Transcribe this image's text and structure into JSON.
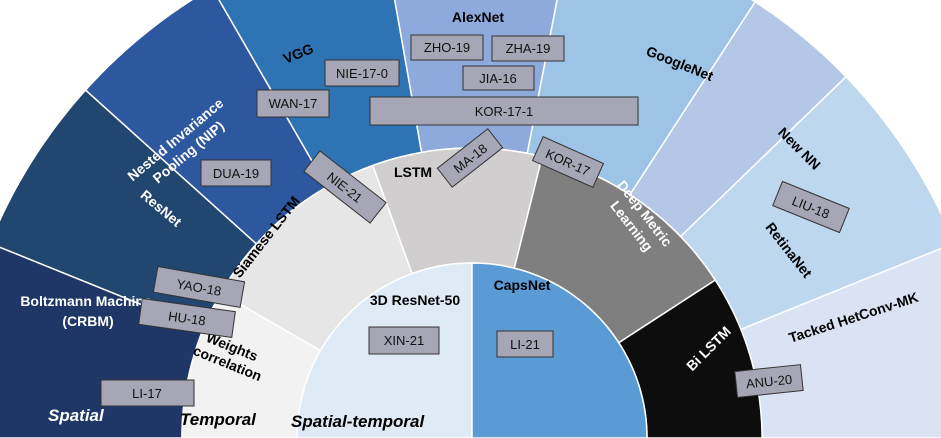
{
  "groups": [
    {
      "id": "spatial",
      "label": "Spatial",
      "text_color": "#ffffff"
    },
    {
      "id": "temporal",
      "label": "Temporal",
      "text_color": "#000000"
    },
    {
      "id": "spatial_temporal",
      "label": "Spatial-temporal",
      "text_color": "#000000"
    }
  ],
  "segments": [
    {
      "id": "boltzmann",
      "label": [
        "Boltzmann Machine",
        "(CRBM)"
      ],
      "color": "#1e3766"
    },
    {
      "id": "resnet",
      "label": [
        "ResNet"
      ],
      "color": "#21466f"
    },
    {
      "id": "nip",
      "label": [
        "Nested Invariance",
        "Pooling (NIP)"
      ],
      "color": "#2d579e"
    },
    {
      "id": "vgg",
      "label": [
        "VGG"
      ],
      "color": "#2e74b5"
    },
    {
      "id": "alexnet",
      "label": [
        "AlexNet"
      ],
      "color": "#8ea9db"
    },
    {
      "id": "googlenet",
      "label": [
        "GoogleNet"
      ],
      "color": "#9dc3e6"
    },
    {
      "id": "newnn",
      "label": [
        "New NN"
      ],
      "color": "#b4c7e7"
    },
    {
      "id": "retinanet",
      "label": [
        "RetinaNet"
      ],
      "color": "#bdd7ee"
    },
    {
      "id": "hetconv",
      "label": [
        "Tacked HetConv-MK"
      ],
      "color": "#dae3f3"
    },
    {
      "id": "weights",
      "label": [
        "Weights",
        "correlation"
      ],
      "color": "#f2f2f2"
    },
    {
      "id": "siamese",
      "label": [
        "Siamese LSTM"
      ],
      "color": "#e7e6e6"
    },
    {
      "id": "lstm",
      "label": [
        "LSTM"
      ],
      "color": "#d0cece"
    },
    {
      "id": "deepmetric",
      "label": [
        "Deep Metric",
        "Learning"
      ],
      "color": "#7f7f7f"
    },
    {
      "id": "bilstm",
      "label": [
        "Bi LSTM"
      ],
      "color": "#0d0d0d"
    },
    {
      "id": "resnet3d",
      "label": [
        "3D ResNet-50"
      ],
      "color": "#deebf7"
    },
    {
      "id": "capsnet",
      "label": [
        "CapsNet"
      ],
      "color": "#5b9bd5"
    }
  ],
  "papers": [
    {
      "id": "zho19",
      "label": "ZHO-19"
    },
    {
      "id": "zha19",
      "label": "ZHA-19"
    },
    {
      "id": "jia16",
      "label": "JIA-16"
    },
    {
      "id": "kor171",
      "label": "KOR-17-1"
    },
    {
      "id": "nie170",
      "label": "NIE-17-0"
    },
    {
      "id": "wan17",
      "label": "WAN-17"
    },
    {
      "id": "dua19",
      "label": "DUA-19"
    },
    {
      "id": "nie21",
      "label": "NIE-21"
    },
    {
      "id": "ma18",
      "label": "MA-18"
    },
    {
      "id": "kor17",
      "label": "KOR-17"
    },
    {
      "id": "liu18",
      "label": "LIU-18"
    },
    {
      "id": "yao18",
      "label": "YAO-18"
    },
    {
      "id": "hu18",
      "label": "HU-18"
    },
    {
      "id": "xin21",
      "label": "XIN-21"
    },
    {
      "id": "li21",
      "label": "LI-21"
    },
    {
      "id": "anu20",
      "label": "ANU-20"
    },
    {
      "id": "li17",
      "label": "LI-17"
    }
  ]
}
